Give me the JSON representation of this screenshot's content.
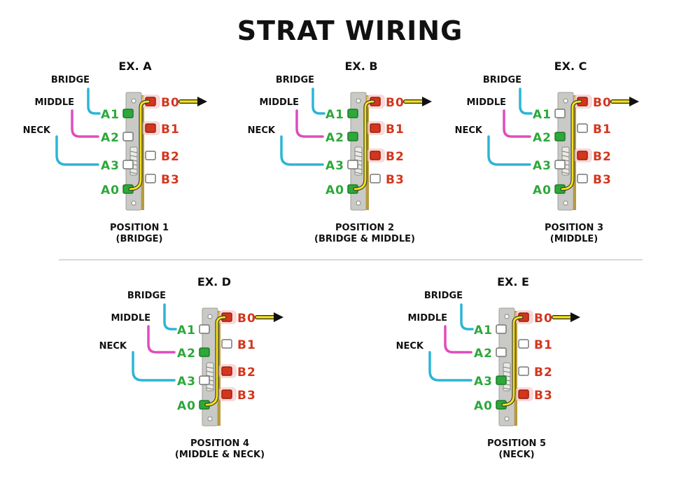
{
  "title": "STRAT WIRING",
  "colors": {
    "bridge_wire": "#2bb5d6",
    "middle_wire": "#e04bbd",
    "neck_wire": "#2bb5d6",
    "common_lug": "#2da83a",
    "output_lug": "#d3361e",
    "jumper": "#f2e21b",
    "switch_body": "#c9c9c6",
    "switch_edge": "#b89a3a"
  },
  "examples": [
    {
      "label": "EX. A",
      "wires": [
        "BRIDGE",
        "MIDDLE",
        "NECK"
      ],
      "a_terminals": [
        "A1",
        "A2",
        "A3",
        "A0"
      ],
      "b_terminals": [
        "B0",
        "B1",
        "B2",
        "B3"
      ],
      "position": [
        "POSITION 1",
        "(BRIDGE)"
      ],
      "active_a": [
        "A1",
        "A0"
      ],
      "active_b": [
        "B0",
        "B1"
      ]
    },
    {
      "label": "EX. B",
      "wires": [
        "BRIDGE",
        "MIDDLE",
        "NECK"
      ],
      "a_terminals": [
        "A1",
        "A2",
        "A3",
        "A0"
      ],
      "b_terminals": [
        "B0",
        "B1",
        "B2",
        "B3"
      ],
      "position": [
        "POSITION 2",
        "(BRIDGE & MIDDLE)"
      ],
      "active_a": [
        "A1",
        "A2",
        "A0"
      ],
      "active_b": [
        "B0",
        "B1",
        "B2"
      ]
    },
    {
      "label": "EX. C",
      "wires": [
        "BRIDGE",
        "MIDDLE",
        "NECK"
      ],
      "a_terminals": [
        "A1",
        "A2",
        "A3",
        "A0"
      ],
      "b_terminals": [
        "B0",
        "B1",
        "B2",
        "B3"
      ],
      "position": [
        "POSITION 3",
        "(MIDDLE)"
      ],
      "active_a": [
        "A2",
        "A0"
      ],
      "active_b": [
        "B0",
        "B2"
      ]
    },
    {
      "label": "EX. D",
      "wires": [
        "BRIDGE",
        "MIDDLE",
        "NECK"
      ],
      "a_terminals": [
        "A1",
        "A2",
        "A3",
        "A0"
      ],
      "b_terminals": [
        "B0",
        "B1",
        "B2",
        "B3"
      ],
      "position": [
        "POSITION 4",
        "(MIDDLE & NECK)"
      ],
      "active_a": [
        "A2",
        "A0"
      ],
      "active_b": [
        "B0",
        "B2",
        "B3"
      ]
    },
    {
      "label": "EX. E",
      "wires": [
        "BRIDGE",
        "MIDDLE",
        "NECK"
      ],
      "a_terminals": [
        "A1",
        "A2",
        "A3",
        "A0"
      ],
      "b_terminals": [
        "B0",
        "B1",
        "B2",
        "B3"
      ],
      "position": [
        "POSITION 5",
        "(NECK)"
      ],
      "active_a": [
        "A3",
        "A0"
      ],
      "active_b": [
        "B0",
        "B3"
      ]
    }
  ]
}
